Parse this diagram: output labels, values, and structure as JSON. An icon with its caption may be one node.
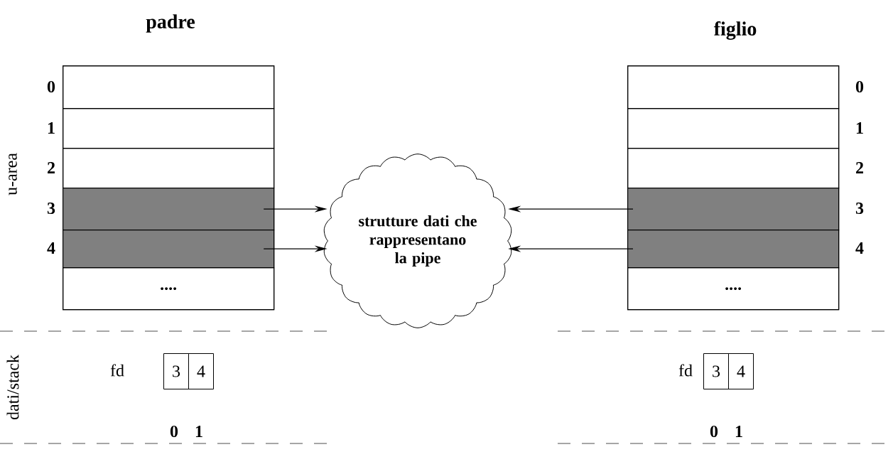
{
  "diagram": {
    "nodes": [
      {
        "text": [
          "padre"
        ]
      },
      {
        "text": [],
        "shape": "box",
        "in": 0,
        "beside": [
          "0"
        ]
      },
      {
        "text": [],
        "shape": "box",
        "in": 0,
        "beside": [
          "1"
        ]
      },
      {
        "text": [],
        "shape": "box",
        "in": 0,
        "beside": [
          "2"
        ]
      },
      {
        "text": [],
        "shape": "box",
        "in": 0,
        "beside": [
          "3"
        ]
      },
      {
        "text": [],
        "shape": "box",
        "in": 0,
        "beside": [
          "4"
        ]
      },
      {
        "text": [
          "...."
        ],
        "in": 0
      },
      {
        "text": [
          "strutture dati che rappresentano la pipe"
        ]
      },
      {
        "text": [
          "figlio"
        ]
      },
      {
        "text": [],
        "shape": "box",
        "in": 8,
        "beside": [
          "0"
        ]
      },
      {
        "text": [],
        "shape": "box",
        "in": 8,
        "beside": [
          "1"
        ]
      },
      {
        "text": [],
        "shape": "box",
        "in": 8,
        "beside": [
          "2"
        ]
      },
      {
        "text": [],
        "shape": "box",
        "in": 8,
        "beside": [
          "3"
        ]
      },
      {
        "text": [],
        "shape": "box",
        "in": 8,
        "beside": [
          "4"
        ]
      },
      {
        "text": [
          "...."
        ],
        "in": 8
      },
      {
        "text": [
          "3"
        ],
        "beside": [
          "0"
        ]
      },
      {
        "text": [
          "4"
        ],
        "beside": [
          "1"
        ]
      },
      {
        "text": [
          "3"
        ],
        "beside": [
          "0"
        ]
      },
      {
        "text": [
          "4"
        ],
        "beside": [
          "1"
        ]
      }
    ],
    "edges": [
      {
        "from": 4,
        "to": 7,
        "arrow": "to"
      },
      {
        "from": 5,
        "to": 7,
        "arrow": "to"
      },
      {
        "from": 12,
        "to": 7,
        "arrow": "to"
      },
      {
        "from": 13,
        "to": 7,
        "arrow": "to"
      }
    ],
    "labels": [
      "u-area",
      "dati/stack",
      "fd",
      "fd"
    ]
  }
}
